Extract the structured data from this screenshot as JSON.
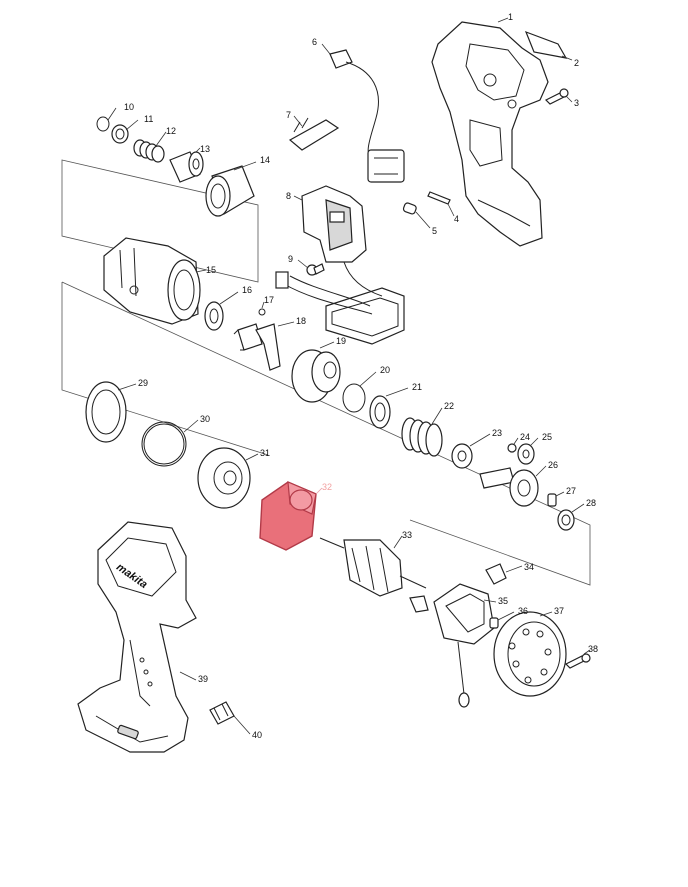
{
  "part_numbers": {
    "p1": "1",
    "p2": "2",
    "p3": "3",
    "p4": "4",
    "p5": "5",
    "p6": "6",
    "p7": "7",
    "p8": "8",
    "p9": "9",
    "p10": "10",
    "p11": "11",
    "p12": "12",
    "p13": "13",
    "p14": "14",
    "p15": "15",
    "p16": "16",
    "p17": "17",
    "p18": "18",
    "p19": "19",
    "p20": "20",
    "p21": "21",
    "p22": "22",
    "p23": "23",
    "p24": "24",
    "p25": "25",
    "p26": "26",
    "p27": "27",
    "p28": "28",
    "p29": "29",
    "p30": "30",
    "p31": "31",
    "p32": "32",
    "p33": "33",
    "p34": "34",
    "p35": "35",
    "p36": "36",
    "p37": "37",
    "p38": "38",
    "p39": "39",
    "p40": "40"
  },
  "highlighted_part": "32",
  "colors": {
    "highlight_fill": "#e9707a",
    "highlight_label": "#f2a0a0",
    "line": "#222222"
  },
  "housing_logo": "makita"
}
